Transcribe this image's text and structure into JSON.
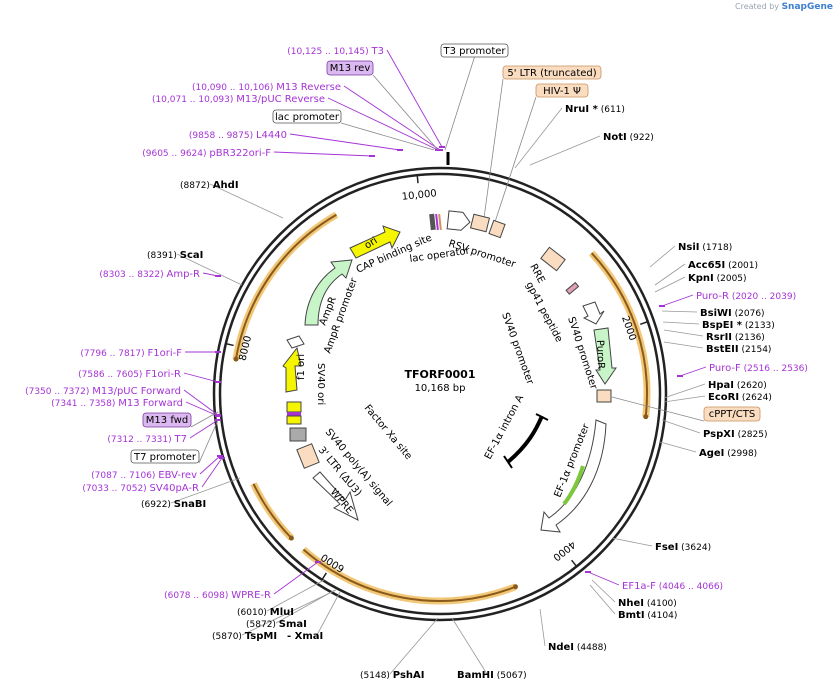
{
  "branding": {
    "prefix": "Created by",
    "name": "SnapGene"
  },
  "plasmid": {
    "name": "TFORF0001",
    "size": "10,168 bp"
  },
  "scale_ticks": [
    {
      "label": "10,000",
      "bp": 10000
    },
    {
      "label": "2000",
      "bp": 2000
    },
    {
      "label": "4000",
      "bp": 4000
    },
    {
      "label": "6000",
      "bp": 6000
    },
    {
      "label": "8000",
      "bp": 8000
    }
  ],
  "sites": [
    {
      "name": "NruI *",
      "pos": "(611)",
      "bp": 611
    },
    {
      "name": "NotI",
      "pos": "(922)",
      "bp": 922
    },
    {
      "name": "NsiI",
      "pos": "(1718)",
      "bp": 1718
    },
    {
      "name": "Acc65I",
      "pos": "(2001)",
      "bp": 2001
    },
    {
      "name": "KpnI",
      "pos": "(2005)",
      "bp": 2005
    },
    {
      "name": "BsiWI",
      "pos": "(2076)",
      "bp": 2076
    },
    {
      "name": "BspEI *",
      "pos": "(2133)",
      "bp": 2133
    },
    {
      "name": "RsrII",
      "pos": "(2136)",
      "bp": 2136
    },
    {
      "name": "BstEII",
      "pos": "(2154)",
      "bp": 2154
    },
    {
      "name": "HpaI",
      "pos": "(2620)",
      "bp": 2620
    },
    {
      "name": "EcoRI",
      "pos": "(2624)",
      "bp": 2624
    },
    {
      "name": "PspXI",
      "pos": "(2825)",
      "bp": 2825
    },
    {
      "name": "AgeI",
      "pos": "(2998)",
      "bp": 2998
    },
    {
      "name": "FseI",
      "pos": "(3624)",
      "bp": 3624
    },
    {
      "name": "NheI",
      "pos": "(4100)",
      "bp": 4100
    },
    {
      "name": "BmtI",
      "pos": "(4104)",
      "bp": 4104
    },
    {
      "name": "NdeI",
      "pos": "(4488)",
      "bp": 4488
    },
    {
      "name": "BamHI",
      "pos": "(5067)",
      "bp": 5067
    },
    {
      "name": "PshAI",
      "pos": "(5148)",
      "bp": 5148
    },
    {
      "name": "- XmaI",
      "pos": "",
      "bp": 5870
    },
    {
      "name": "TspMI",
      "pos": "(5870)",
      "bp": 5870
    },
    {
      "name": "SmaI",
      "pos": "(5872)",
      "bp": 5872
    },
    {
      "name": "MluI",
      "pos": "(6010)",
      "bp": 6010
    },
    {
      "name": "SnaBI",
      "pos": "(6922)",
      "bp": 6922
    },
    {
      "name": "ScaI",
      "pos": "(8391)",
      "bp": 8391
    },
    {
      "name": "AhdI",
      "pos": "(8872)",
      "bp": 8872
    }
  ],
  "primers": [
    {
      "name": "T3",
      "range": "(10,125 .. 10,145)"
    },
    {
      "name": "M13 Reverse",
      "range": "(10,090 .. 10,106)"
    },
    {
      "name": "M13/pUC Reverse",
      "range": "(10,071 .. 10,093)"
    },
    {
      "name": "L4440",
      "range": "(9858 .. 9875)"
    },
    {
      "name": "pBR322ori-F",
      "range": "(9605 .. 9624)"
    },
    {
      "name": "Amp-R",
      "range": "(8303 .. 8322)"
    },
    {
      "name": "F1ori-F",
      "range": "(7796 .. 7817)"
    },
    {
      "name": "F1ori-R",
      "range": "(7586 .. 7605)"
    },
    {
      "name": "M13/pUC Forward",
      "range": "(7350 .. 7372)"
    },
    {
      "name": "M13 Forward",
      "range": "(7341 .. 7358)"
    },
    {
      "name": "T7",
      "range": "(7312 .. 7331)"
    },
    {
      "name": "EBV-rev",
      "range": "(7087 .. 7106)"
    },
    {
      "name": "SV40pA-R",
      "range": "(7033 .. 7052)"
    },
    {
      "name": "WPRE-R",
      "range": "(6078 .. 6098)"
    },
    {
      "name": "Puro-R",
      "range": "(2020 .. 2039)"
    },
    {
      "name": "Puro-F",
      "range": "(2516 .. 2536)"
    },
    {
      "name": "EF1a-F",
      "range": "(4046 .. 4066)"
    }
  ],
  "boxed_labels": [
    {
      "name": "T3 promoter",
      "style": "white"
    },
    {
      "name": "M13 rev",
      "style": "purple"
    },
    {
      "name": "lac promoter",
      "style": "white"
    },
    {
      "name": "5' LTR (truncated)",
      "style": "peach"
    },
    {
      "name": "HIV-1 Ψ",
      "style": "peach"
    },
    {
      "name": "cPPT/CTS",
      "style": "peach"
    },
    {
      "name": "M13 fwd",
      "style": "purple"
    },
    {
      "name": "T7 promoter",
      "style": "white"
    }
  ],
  "features": [
    {
      "name": "RSV promoter"
    },
    {
      "name": "CAP binding site"
    },
    {
      "name": "lac operator"
    },
    {
      "name": "ori"
    },
    {
      "name": "AmpR"
    },
    {
      "name": "AmpR promoter"
    },
    {
      "name": "f1 ori"
    },
    {
      "name": "SV40 ori"
    },
    {
      "name": "SV40 poly(A) signal"
    },
    {
      "name": "3' LTR (ΔU3)"
    },
    {
      "name": "WPRE"
    },
    {
      "name": "Factor Xa site"
    },
    {
      "name": "RRE"
    },
    {
      "name": "gp41 peptide"
    },
    {
      "name": "SV40 promoter"
    },
    {
      "name": "SV40 promoter"
    },
    {
      "name": "PuroR"
    },
    {
      "name": "EF-1α promoter"
    },
    {
      "name": "EF-1α intron A"
    }
  ],
  "colors": {
    "backbone": "#222222",
    "orf_arrow": "#e8a030",
    "ori": "#f5f500",
    "ampr": "#c8f5c8",
    "ltr": "#fadcc0",
    "primer": "#a533d6",
    "promoter_arrow": "#ffffff",
    "ef1a_orf": "#7cc83c"
  }
}
